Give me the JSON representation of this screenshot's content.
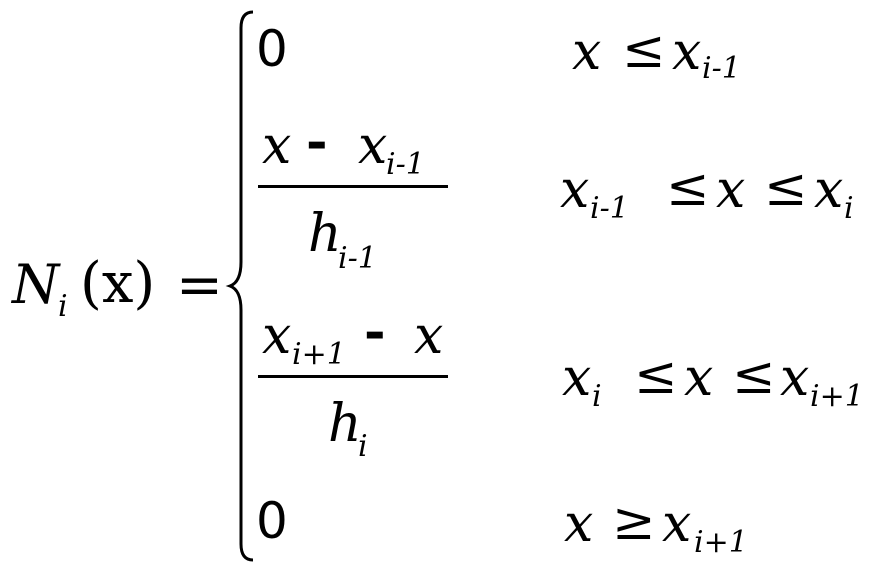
{
  "lhs": {
    "N": "N",
    "i": "i",
    "arg": "(x)",
    "eq": "="
  },
  "cases": {
    "c1": {
      "value": "0",
      "cond": {
        "x": "x",
        "le": "≤",
        "x2": "x",
        "sub2": "i-1"
      }
    },
    "c2": {
      "num": {
        "x": "x",
        "minus": "-",
        "x2": "x",
        "sub": "i-1"
      },
      "den": {
        "h": "h",
        "sub": "i-1"
      },
      "cond": {
        "x1": "x",
        "sub1": "i-1",
        "le1": "≤",
        "x": "x",
        "le2": "≤",
        "x2": "x",
        "sub2": "i"
      }
    },
    "c3": {
      "num": {
        "x": "x",
        "sub": "i+1",
        "minus": "-",
        "x2": "x"
      },
      "den": {
        "h": "h",
        "sub": "i"
      },
      "cond": {
        "x1": "x",
        "sub1": "i",
        "le1": "≤",
        "x": "x",
        "le2": "≤",
        "x2": "x",
        "sub2": "i+1"
      }
    },
    "c4": {
      "value": "0",
      "cond": {
        "x": "x",
        "ge": "≥",
        "x2": "x",
        "sub2": "i+1"
      }
    }
  },
  "icons": {
    "brace": "left-curly-brace-icon"
  }
}
